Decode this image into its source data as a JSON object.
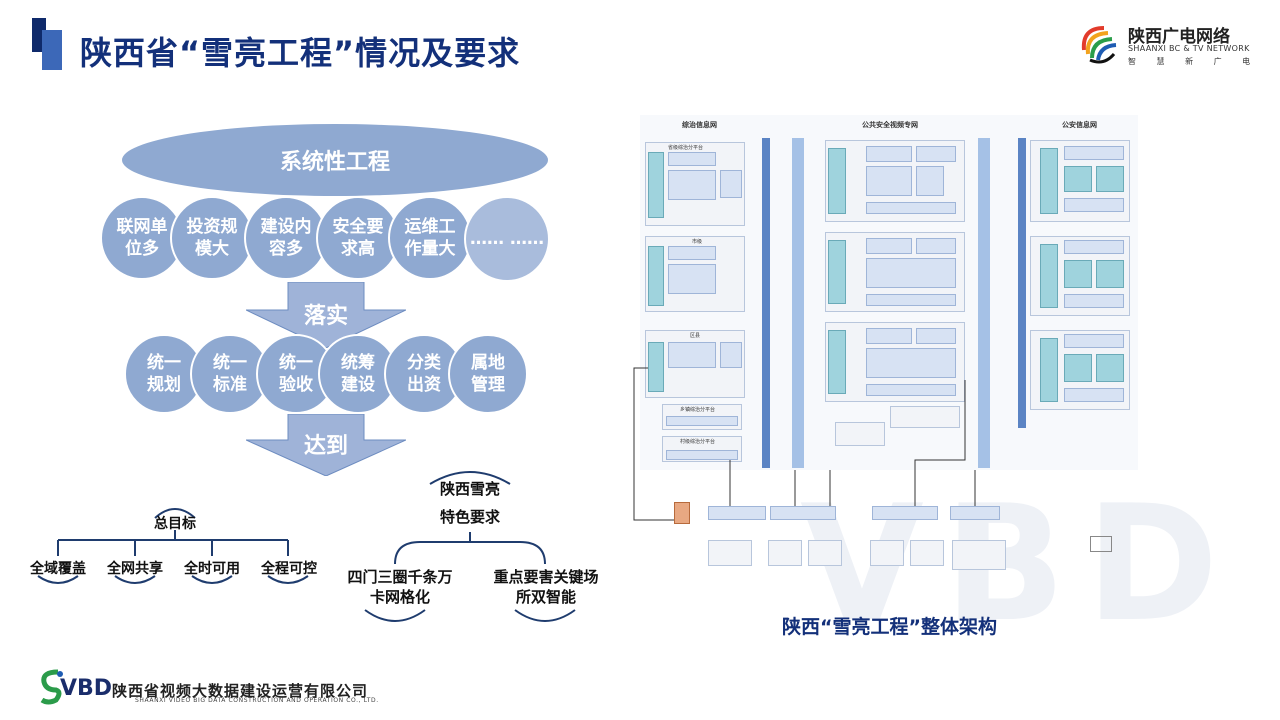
{
  "header": {
    "title": "陕西省“雪亮工程”情况及要求",
    "company_cn": "陕西广电网络",
    "company_en": "SHAANXI BC & TV NETWORK",
    "slogan": "智 慧 新 广 电"
  },
  "left": {
    "top_ellipse": "系统性工程",
    "features": [
      "联网单位多",
      "投资规模大",
      "建设内容多",
      "安全要求高",
      "运维工作量大",
      "…… ……"
    ],
    "arrow1": "落实",
    "actions": [
      "统一规划",
      "统一标准",
      "统一验收",
      "统筹建设",
      "分类出资",
      "属地管理"
    ],
    "arrow2": "达到",
    "goal_title": "总目标",
    "goals": [
      "全域覆盖",
      "全网共享",
      "全时可用",
      "全程可控"
    ],
    "special_title": "陕西雪亮特色要求",
    "special_line1": "陕西雪亮",
    "special_line2": "特色要求",
    "specials": [
      "四门三圈千条万卡网格化",
      "重点要害关键场所双智能"
    ],
    "special_a1": "四门三圈千条万",
    "special_a2": "卡网格化",
    "special_b1": "重点要害关键场",
    "special_b2": "所双智能"
  },
  "diagram": {
    "caption": "陕西“雪亮工程”整体架构",
    "net1": "综治信息网",
    "net2": "公共安全视频专网",
    "net3": "公安信息网",
    "prov": "省级综治分平台",
    "city": "市级",
    "county": "区县",
    "town": "乡镇综治分平台",
    "village": "村级综治分平台"
  },
  "footer": {
    "logo": "VBD",
    "company_cn": "陕西省视频大数据建设运营有限公司",
    "company_en": "SHAANXI VIDEO BIG DATA CONSTRUCTION AND OPERATION CO., LTD."
  },
  "colors": {
    "title": "#13307a",
    "circle": "#8fa9d1",
    "arrow": "#9fb3d8"
  }
}
